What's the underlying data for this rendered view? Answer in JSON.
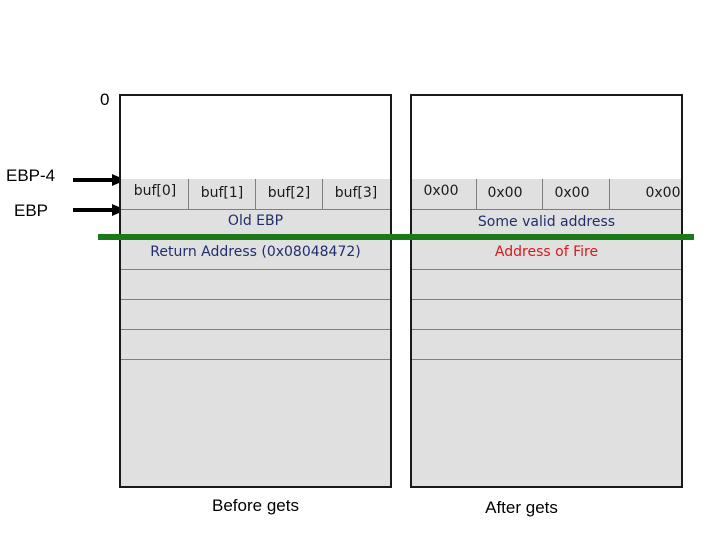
{
  "labels": {
    "zero": "0",
    "ebp_minus_4": "EBP-4",
    "ebp": "EBP"
  },
  "before": {
    "caption": "Before gets",
    "buf_cells": [
      "buf[0]",
      "buf[1]",
      "buf[2]",
      "buf[3]"
    ],
    "old_ebp": "Old EBP",
    "return_address": "Return Address (0x08048472)"
  },
  "after": {
    "caption": "After gets",
    "buf_cells": [
      "0x00",
      "0x00",
      "0x00",
      "0x00"
    ],
    "old_ebp": "Some valid address",
    "return_address": "Address of Fire"
  },
  "colors": {
    "overflow_line": "#1a7a1a",
    "highlight_text": "#d41a1a",
    "label_text": "#1f2f6b",
    "stack_fill": "#e0e0e0"
  }
}
